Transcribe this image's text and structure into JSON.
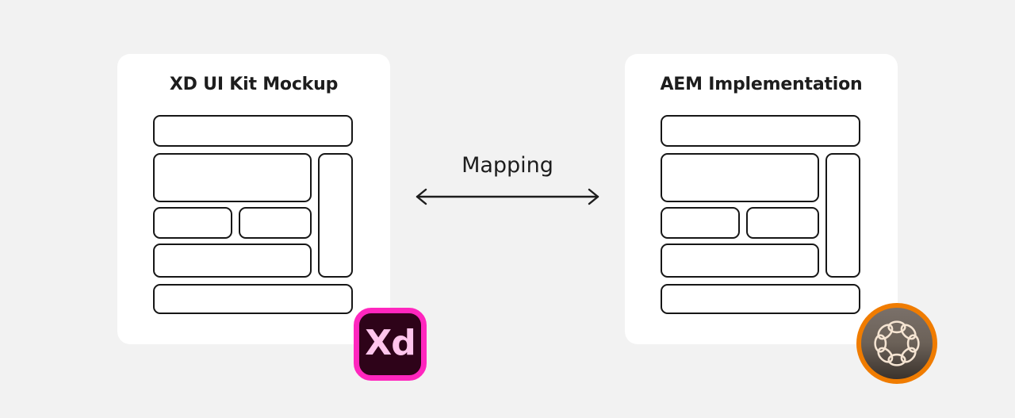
{
  "background_color": "#f2f2f2",
  "cards": [
    {
      "id": "xd-mockup",
      "title": "XD UI Kit Mockup",
      "wireframe": {
        "blocks": [
          {
            "name": "header-bar"
          },
          {
            "name": "hero-block"
          },
          {
            "name": "sidebar-rail"
          },
          {
            "name": "half-card-left"
          },
          {
            "name": "half-card-right"
          },
          {
            "name": "wide-row"
          },
          {
            "name": "footer-bar"
          }
        ]
      },
      "badge": {
        "name": "adobe-xd-logo",
        "text": "Xd",
        "border_color": "#ff26be",
        "fill_color": "#2e0319",
        "text_color": "#ffc5ec"
      }
    },
    {
      "id": "aem-implementation",
      "title": "AEM Implementation",
      "wireframe": {
        "blocks": [
          {
            "name": "header-bar"
          },
          {
            "name": "hero-block"
          },
          {
            "name": "sidebar-rail"
          },
          {
            "name": "half-card-left"
          },
          {
            "name": "half-card-right"
          },
          {
            "name": "wide-row"
          },
          {
            "name": "footer-bar"
          }
        ]
      },
      "badge": {
        "name": "adobe-aem-logo",
        "ring_color": "#f07c00",
        "fill_color": "#6b6158",
        "mark_color": "#f5e4d2",
        "mark_segments": 8
      }
    }
  ],
  "connector": {
    "label": "Mapping",
    "arrow": "double-headed-horizontal",
    "color": "#1d1d1d"
  },
  "colors": {
    "stroke": "#161616",
    "card_surface": "#ffffff",
    "text": "#1d1d1d",
    "xd_accent": "#ff26be",
    "aem_accent": "#f07c00"
  }
}
